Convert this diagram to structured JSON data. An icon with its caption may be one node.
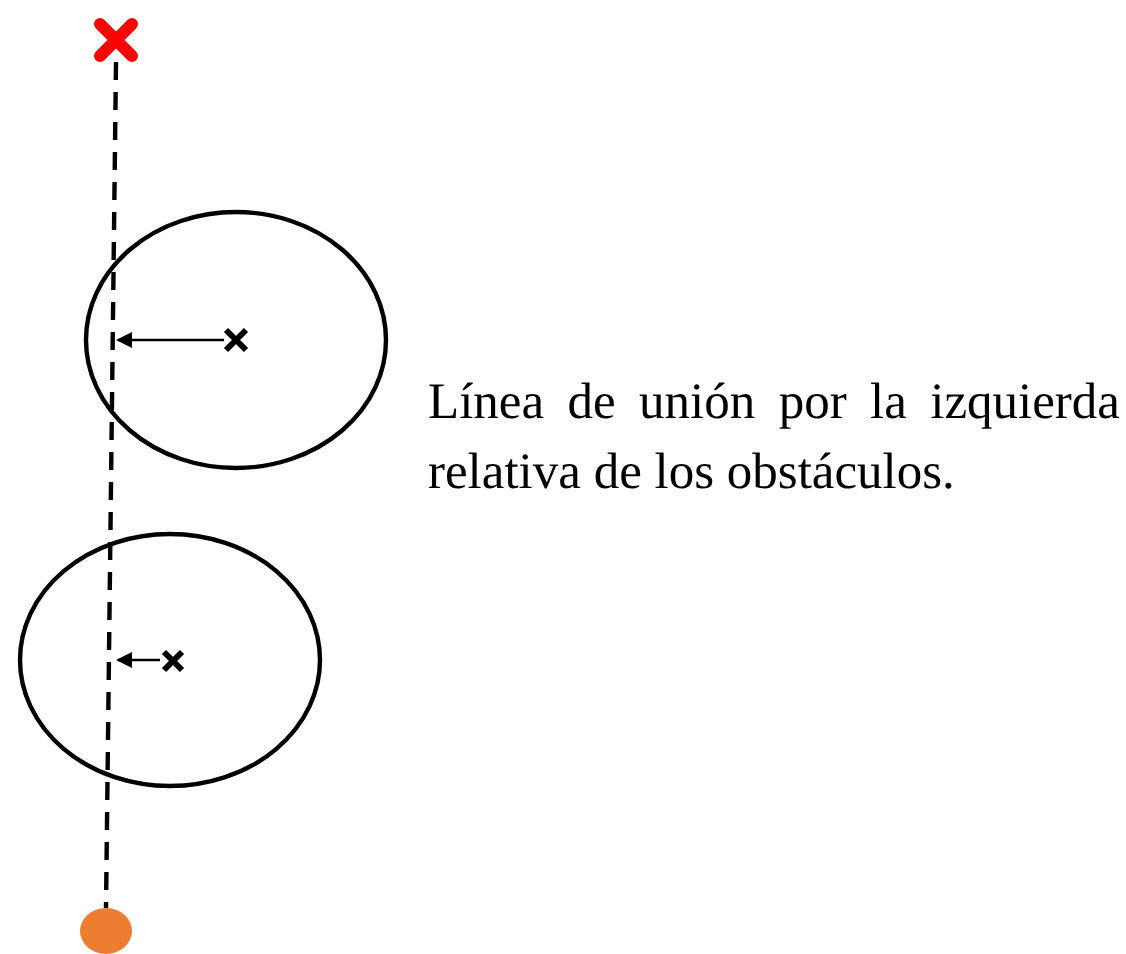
{
  "diagram": {
    "nodes": [
      {
        "text": [],
        "shape": "cross"
      },
      {
        "text": [],
        "shape": "circle"
      }
    ],
    "edges": [
      {
        "from": 0,
        "to": 1,
        "arrow": "none",
        "style": "dashed"
      }
    ],
    "labels": [
      "Línea de unión por la izquierda relativa de los obstáculos."
    ]
  }
}
